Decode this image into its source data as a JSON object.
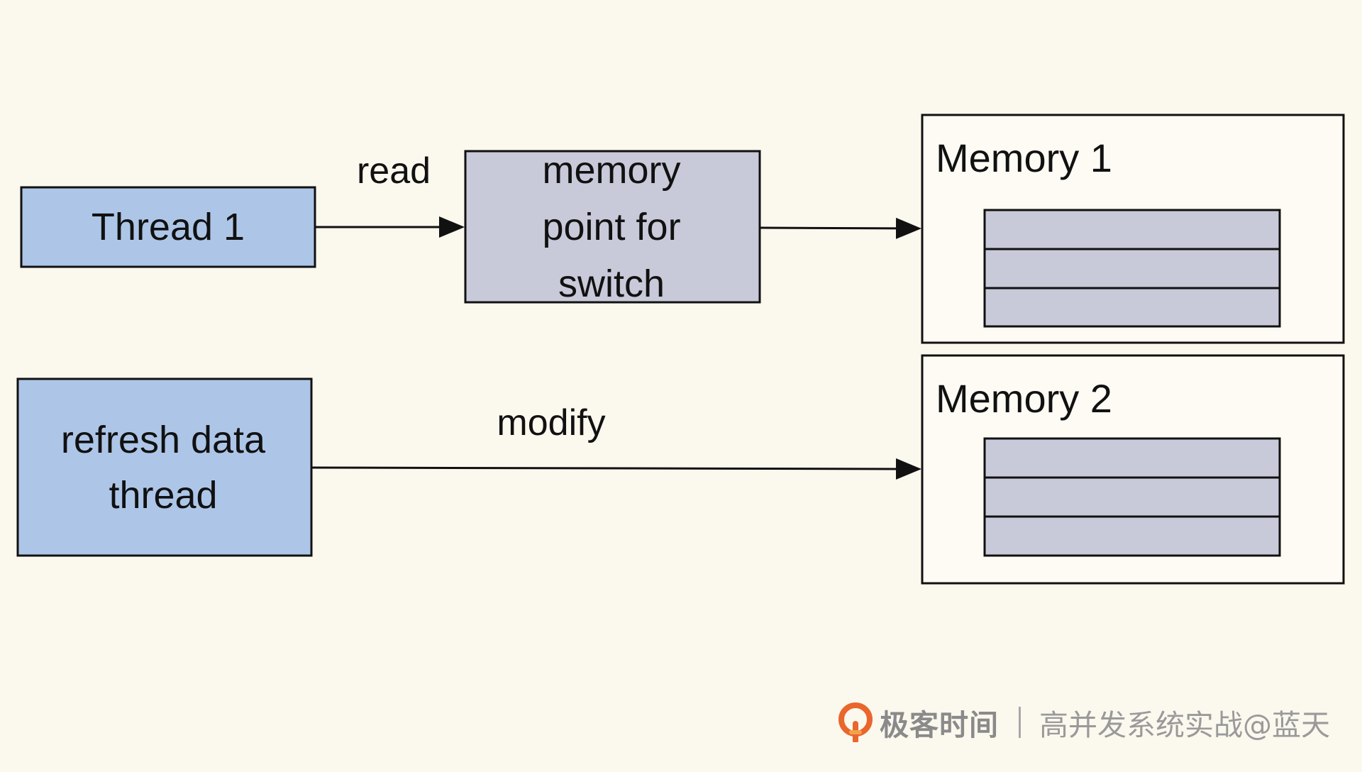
{
  "diagram": {
    "thread1": {
      "label": "Thread 1"
    },
    "refresh_thread": {
      "lines": [
        "refresh data",
        "thread"
      ]
    },
    "switch_pointer": {
      "lines": [
        "memory",
        "point for",
        "switch"
      ]
    },
    "memory1": {
      "label": "Memory 1"
    },
    "memory2": {
      "label": "Memory 2"
    },
    "edges": {
      "read": {
        "label": "read"
      },
      "modify": {
        "label": "modify"
      }
    }
  },
  "watermark": {
    "brand": "极客时间",
    "course": "高并发系统实战@蓝天"
  },
  "colors": {
    "background": "#fbf8ee",
    "thread_fill": "#adc6e8",
    "pointer_fill": "#c8c9d9",
    "memory_slot_fill": "#c8c9d9",
    "stroke": "#111111",
    "logo_orange": "#e9662c"
  }
}
